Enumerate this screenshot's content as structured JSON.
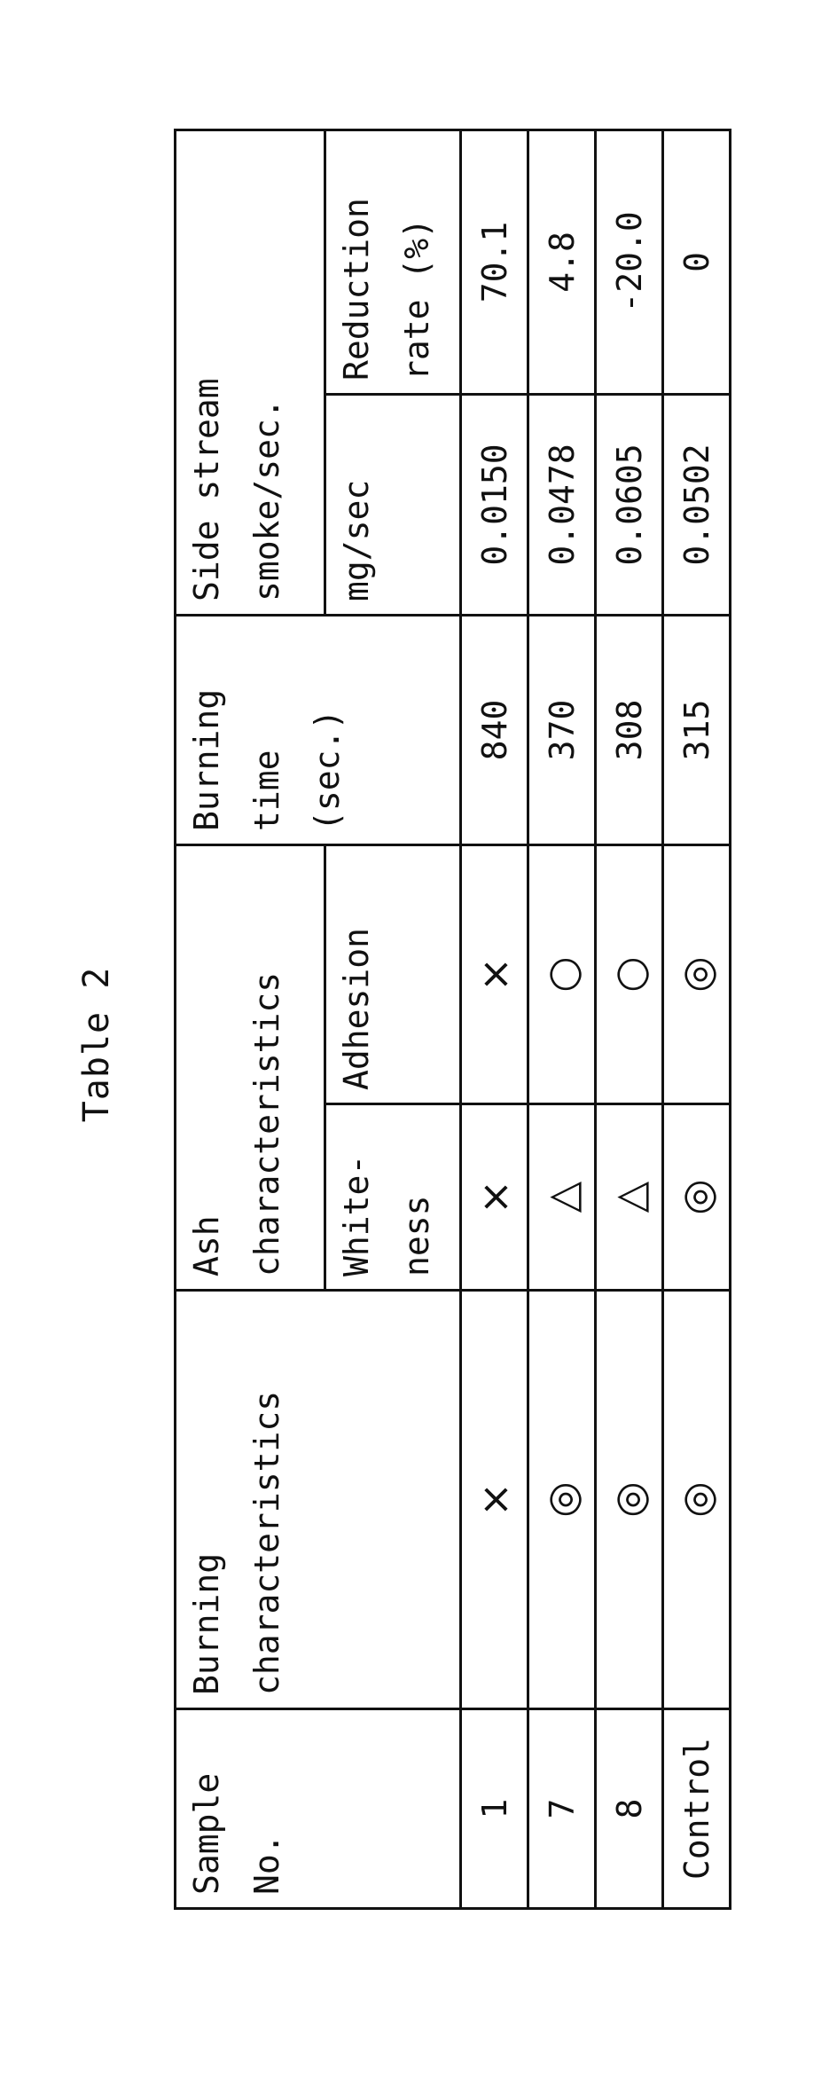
{
  "title": "Table 2",
  "headers": {
    "sample_no": [
      "Sample",
      "No."
    ],
    "burning_characteristics": [
      "Burning",
      "characteristics"
    ],
    "ash_characteristics": [
      "Ash",
      "characteristics"
    ],
    "whiteness": [
      "White-",
      "ness"
    ],
    "adhesion": "Adhesion",
    "burning_time": [
      "Burning",
      "time",
      "(sec.)"
    ],
    "side_stream": [
      "Side stream",
      "smoke/sec."
    ],
    "mg_per_sec": "mg/sec",
    "reduction_rate": [
      "Reduction",
      "rate (%)"
    ]
  },
  "rows": [
    {
      "sample": "1",
      "burning": "×",
      "whiteness": "×",
      "adhesion": "×",
      "time": "840",
      "mg": "0.0150",
      "rate": "70.1"
    },
    {
      "sample": "7",
      "burning": "◎",
      "whiteness": "△",
      "adhesion": "○",
      "time": "370",
      "mg": "0.0478",
      "rate": "4.8"
    },
    {
      "sample": "8",
      "burning": "◎",
      "whiteness": "△",
      "adhesion": "○",
      "time": "308",
      "mg": "0.0605",
      "rate": "-20.0"
    },
    {
      "sample": "Control",
      "burning": "◎",
      "whiteness": "◎",
      "adhesion": "◎",
      "time": "315",
      "mg": "0.0502",
      "rate": "0"
    }
  ]
}
